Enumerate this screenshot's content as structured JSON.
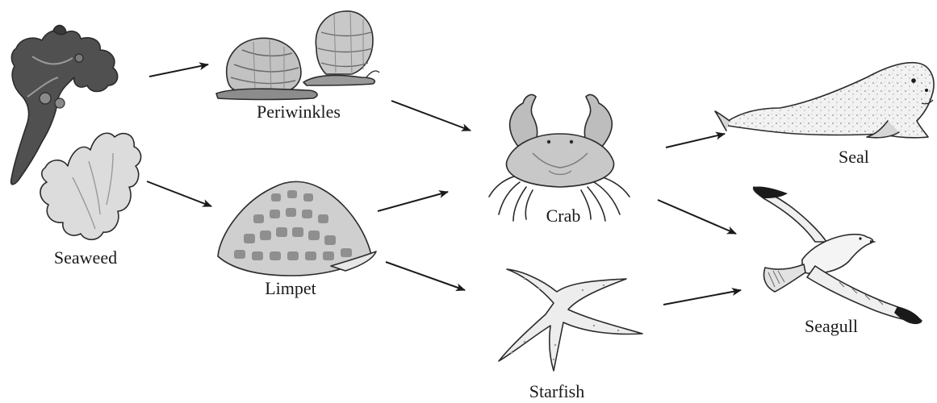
{
  "organisms": {
    "seaweed": {
      "label": "Seaweed",
      "icon": "seaweed-icon"
    },
    "periwinkles": {
      "label": "Periwinkles",
      "icon": "periwinkles-icon"
    },
    "limpet": {
      "label": "Limpet",
      "icon": "limpet-icon"
    },
    "crab": {
      "label": "Crab",
      "icon": "crab-icon"
    },
    "starfish": {
      "label": "Starfish",
      "icon": "starfish-icon"
    },
    "seal": {
      "label": "Seal",
      "icon": "seal-icon"
    },
    "seagull": {
      "label": "Seagull",
      "icon": "seagull-icon"
    }
  },
  "links": [
    {
      "from": "Seaweed",
      "to": "Periwinkles"
    },
    {
      "from": "Seaweed",
      "to": "Limpet"
    },
    {
      "from": "Periwinkles",
      "to": "Crab"
    },
    {
      "from": "Limpet",
      "to": "Crab"
    },
    {
      "from": "Limpet",
      "to": "Starfish"
    },
    {
      "from": "Crab",
      "to": "Seal"
    },
    {
      "from": "Crab",
      "to": "Seagull"
    },
    {
      "from": "Starfish",
      "to": "Seagull"
    }
  ],
  "colors": {
    "ink": "#1a1a1a",
    "seaweed_dark": "#4a4a4a",
    "seaweed_light": "#d6d6d6",
    "shell": "#bdbdbd",
    "background": "#ffffff"
  }
}
